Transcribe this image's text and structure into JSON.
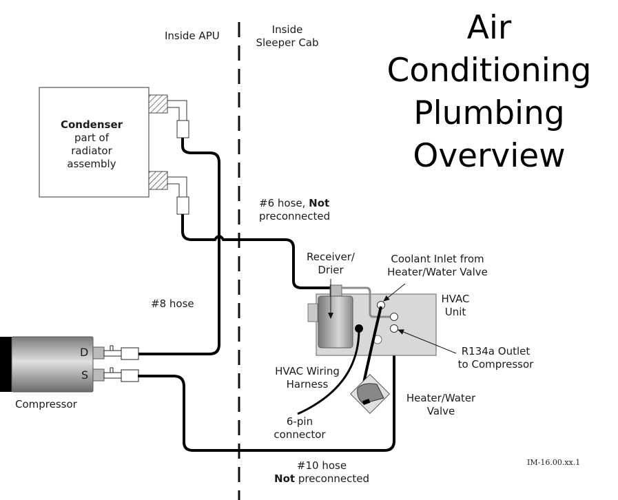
{
  "title": {
    "line1": "Air",
    "line2": "Conditioning",
    "line3": "Plumbing",
    "line4": "Overview"
  },
  "zones": {
    "left": "Inside APU",
    "right_line1": "Inside",
    "right_line2": "Sleeper Cab"
  },
  "condenser": {
    "name": "Condenser",
    "desc_line1": "part of",
    "desc_line2": "radiator",
    "desc_line3": "assembly"
  },
  "compressor": {
    "name": "Compressor",
    "port_discharge": "D",
    "port_suction": "S"
  },
  "hoses": {
    "hose6_prefix": "#6 hose, ",
    "hose6_bold": "Not",
    "hose6_suffix": "preconnected",
    "hose8": "#8 hose",
    "hose10_line1": "#10 hose",
    "hose10_bold": "Not",
    "hose10_suffix": " preconnected"
  },
  "components": {
    "receiver_line1": "Receiver/",
    "receiver_line2": "Drier",
    "coolant_line1": "Coolant Inlet from",
    "coolant_line2": "Heater/Water Valve",
    "hvac_line1": "HVAC",
    "hvac_line2": "Unit",
    "r134a_line1": "R134a Outlet",
    "r134a_line2": "to Compressor",
    "harness_line1": "HVAC Wiring",
    "harness_line2": "Harness",
    "connector_line1": "6-pin",
    "connector_line2": "connector",
    "valve_line1": "Heater/Water",
    "valve_line2": "Valve"
  },
  "figure_code": "IM-16.00.xx.1"
}
